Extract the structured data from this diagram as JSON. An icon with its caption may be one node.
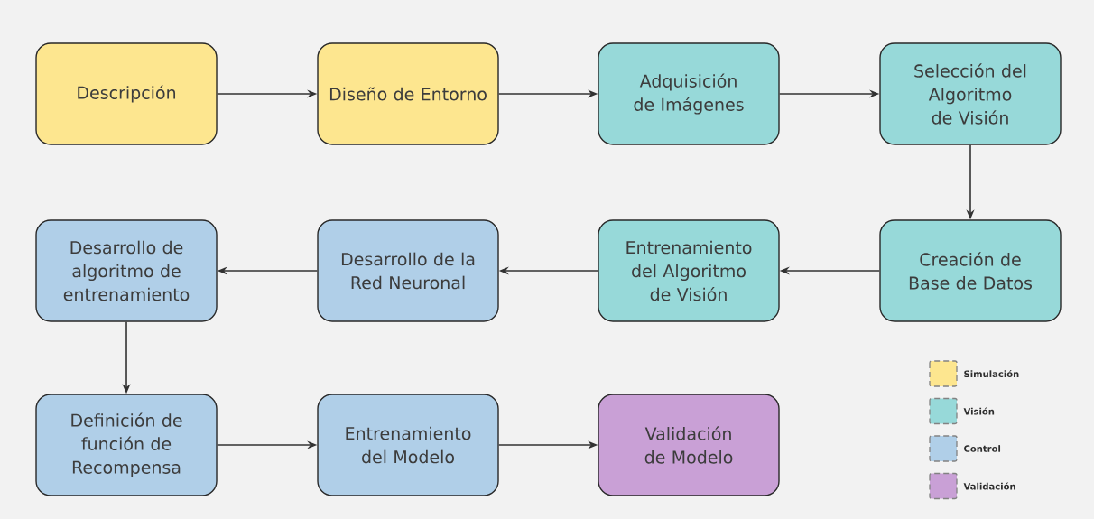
{
  "diagram": {
    "nodes": [
      {
        "text": [
          "Descripción"
        ]
      },
      {
        "text": [
          "Diseño de Entorno"
        ]
      },
      {
        "text": [
          "Adquisición de Imágenes"
        ]
      },
      {
        "text": [
          "Selección del Algoritmo de Visión"
        ]
      },
      {
        "text": [
          "Creación de Base de Datos"
        ]
      },
      {
        "text": [
          "Entrenamiento del Algoritmo de Visión"
        ]
      },
      {
        "text": [
          "Desarrollo de la Red Neuronal"
        ]
      },
      {
        "text": [
          "Desarrollo de algoritmo de entrenamiento"
        ]
      },
      {
        "text": [
          "Definición de función de Recompensa"
        ]
      },
      {
        "text": [
          "Entrenamiento del Modelo"
        ]
      },
      {
        "text": [
          "Validación de Modelo"
        ]
      }
    ],
    "edges": [
      {
        "from": 0,
        "to": 1,
        "arrow": "to"
      },
      {
        "from": 1,
        "to": 2,
        "arrow": "to"
      },
      {
        "from": 2,
        "to": 3,
        "arrow": "to"
      },
      {
        "from": 3,
        "to": 4,
        "arrow": "to"
      },
      {
        "from": 4,
        "to": 5,
        "arrow": "to"
      },
      {
        "from": 5,
        "to": 6,
        "arrow": "to"
      },
      {
        "from": 6,
        "to": 7,
        "arrow": "to"
      },
      {
        "from": 7,
        "to": 8,
        "arrow": "to"
      },
      {
        "from": 8,
        "to": 9,
        "arrow": "to"
      },
      {
        "from": 9,
        "to": 10,
        "arrow": "to"
      }
    ],
    "legend": [
      {
        "text": "Simulación",
        "color": "#fde68f"
      },
      {
        "text": "Visión",
        "color": "#97d9d9"
      },
      {
        "text": "Control",
        "color": "#b0cfe8"
      },
      {
        "text": "Validación",
        "color": "#c9a0d6"
      }
    ]
  }
}
